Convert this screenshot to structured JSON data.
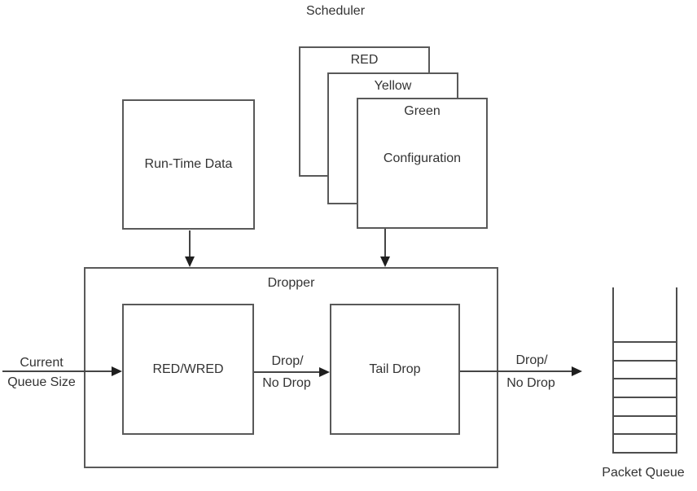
{
  "title": "Scheduler",
  "labels": {
    "scheduler": "Scheduler"
  },
  "stack": {
    "red": "RED",
    "yellow": "Yellow",
    "green": "Green",
    "configuration": "Configuration"
  },
  "boxes": {
    "runtime": "Run-Time Data"
  },
  "dropper": {
    "title": "Dropper",
    "red_wred": "RED/WRED",
    "tail_drop": "Tail Drop"
  },
  "arrows": {
    "current": {
      "line1": "Current",
      "line2": "Queue Size"
    },
    "mid": {
      "line1": "Drop/",
      "line2": "No Drop"
    },
    "out": {
      "line1": "Drop/",
      "line2": "No Drop"
    }
  },
  "packet_queue": {
    "label": "Packet Queue",
    "cells": 6
  },
  "colors": {
    "box_border": "#595959",
    "arrow_line": "#454545",
    "arrow_head": "#1f1f1f",
    "text": "#333333",
    "background": "#ffffff"
  }
}
